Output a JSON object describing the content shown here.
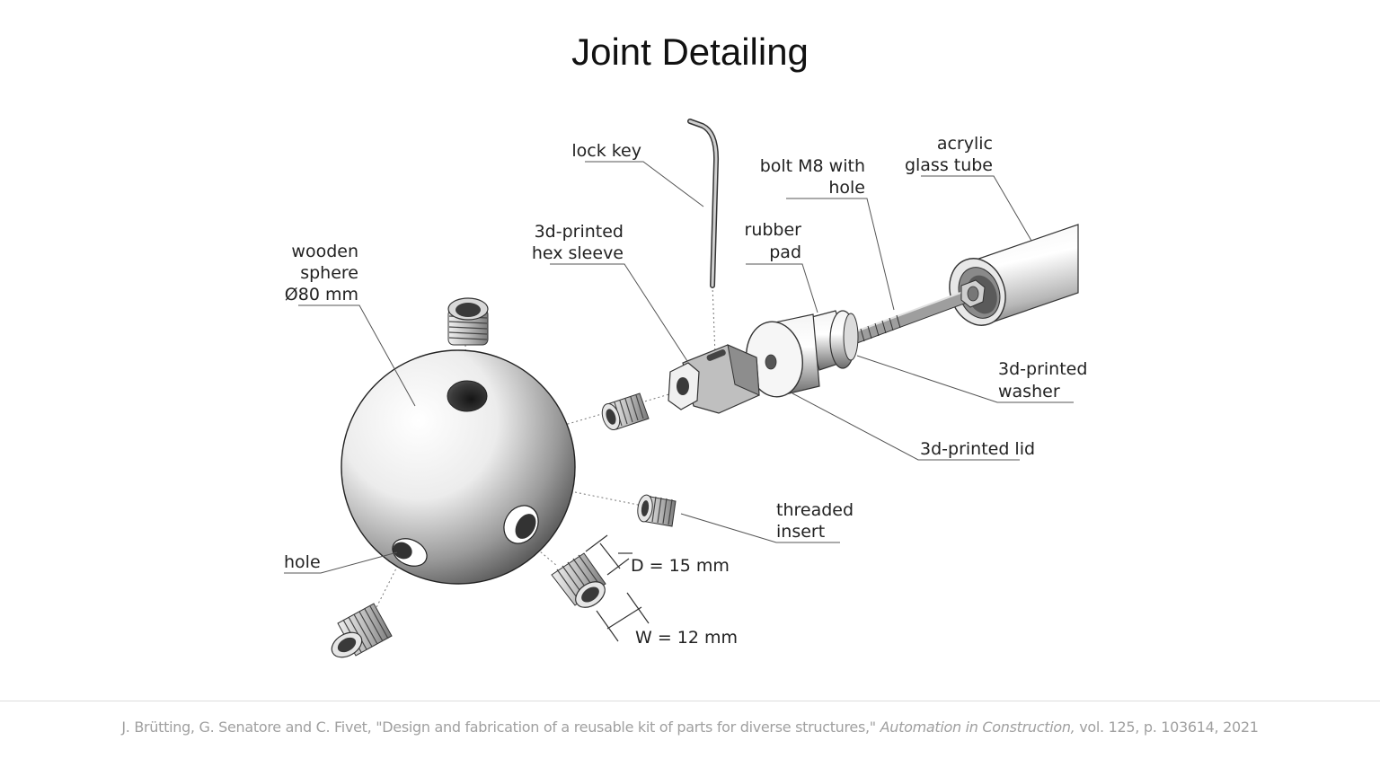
{
  "title": "Joint Detailing",
  "labels": {
    "lock_key": "lock key",
    "bolt_1": "bolt M8 with",
    "bolt_2": "hole",
    "acrylic_1": "acrylic",
    "acrylic_2": "glass tube",
    "hex_1": "3d-printed",
    "hex_2": "hex sleeve",
    "rubber_1": "rubber",
    "rubber_2": "pad",
    "wooden_1": "wooden",
    "wooden_2": "sphere",
    "wooden_3": "Ø80 mm",
    "washer_1": "3d-printed",
    "washer_2": "washer",
    "lid": "3d-printed lid",
    "insert_1": "threaded",
    "insert_2": "insert",
    "hole": "hole",
    "dim_d": "D = 15 mm",
    "dim_w": "W = 12 mm"
  },
  "citation": {
    "authors": "J. Brütting, G. Senatore and C. Fivet, \"Design and fabrication of a reusable kit of parts for diverse structures,\"",
    "journal": "Automation in Construction,",
    "details": " vol. 125, p. 103614, 2021"
  }
}
